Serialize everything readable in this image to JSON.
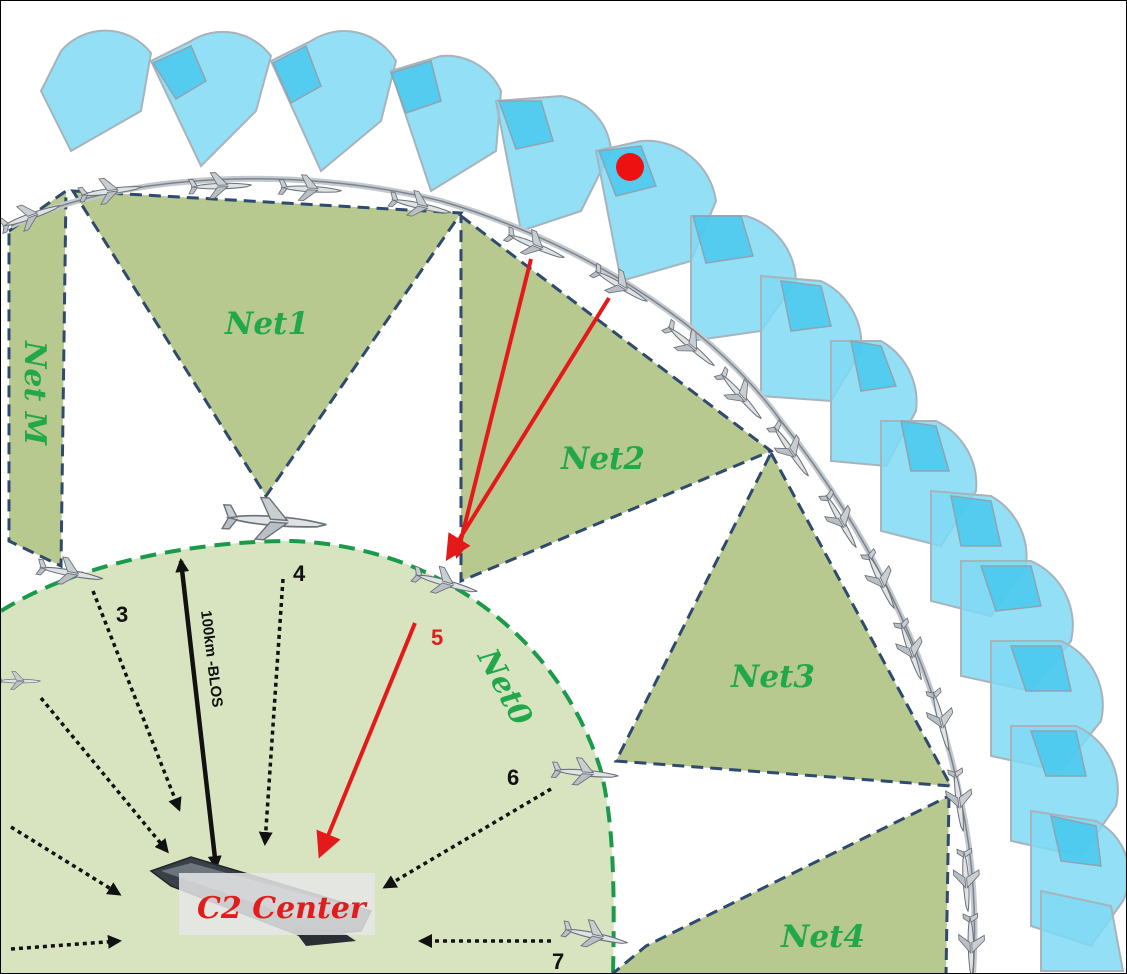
{
  "labels": {
    "net1": "Net1",
    "net2": "Net2",
    "net3": "Net3",
    "net4": "Net4",
    "netm": "Net M",
    "net0": "Net0",
    "link": "100km -BLOS",
    "center": "C2 Center",
    "n3": "3",
    "n4": "4",
    "n5": "5",
    "n6": "6",
    "n7": "7"
  },
  "colors": {
    "sector_fill": "#7fd9f5",
    "sector_overlap": "#3fc6ee",
    "net_fill": "#b7c98e",
    "net0_fill": "#d8e4c0",
    "dash_edge": "#2f4a6e",
    "net0_edge": "#1a9a4a",
    "arrow_red": "#e41a1a",
    "label_green": "#22a84a",
    "marker_red": "#ee1111"
  },
  "icons": {
    "aircraft": "uav-icon",
    "ship": "ship-icon",
    "target": "target-marker-icon"
  }
}
